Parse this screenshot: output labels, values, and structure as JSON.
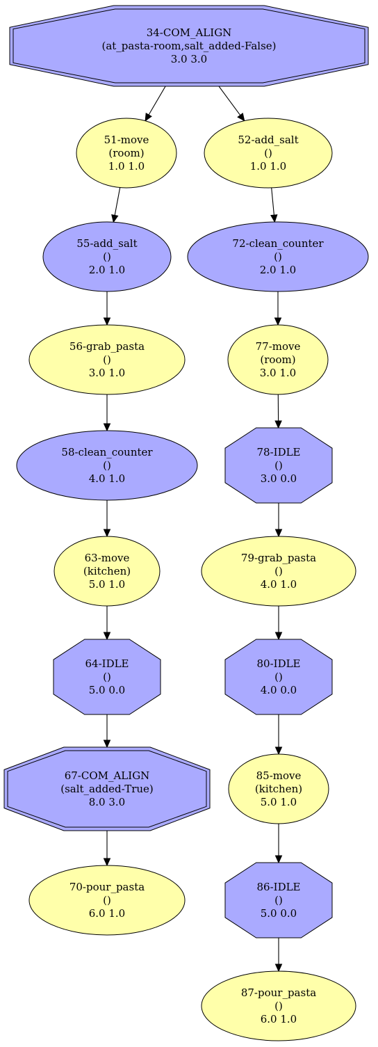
{
  "colors": {
    "yellow_node": "#ffffaa",
    "blue_node": "#aaaaff",
    "stroke": "#000000"
  },
  "nodes": [
    {
      "id": "n34",
      "shape": "double-octagon",
      "fill": "blue",
      "lines": [
        "34-COM_ALIGN",
        "(at_pasta-room,salt_added-False)",
        "3.0 3.0"
      ]
    },
    {
      "id": "n51",
      "shape": "ellipse",
      "fill": "yellow",
      "lines": [
        "51-move",
        "(room)",
        "1.0 1.0"
      ]
    },
    {
      "id": "n52",
      "shape": "ellipse",
      "fill": "yellow",
      "lines": [
        "52-add_salt",
        "()",
        "1.0 1.0"
      ]
    },
    {
      "id": "n55",
      "shape": "ellipse",
      "fill": "blue",
      "lines": [
        "55-add_salt",
        "()",
        "2.0 1.0"
      ]
    },
    {
      "id": "n72",
      "shape": "ellipse",
      "fill": "blue",
      "lines": [
        "72-clean_counter",
        "()",
        "2.0 1.0"
      ]
    },
    {
      "id": "n56",
      "shape": "ellipse",
      "fill": "yellow",
      "lines": [
        "56-grab_pasta",
        "()",
        "3.0 1.0"
      ]
    },
    {
      "id": "n77",
      "shape": "ellipse",
      "fill": "yellow",
      "lines": [
        "77-move",
        "(room)",
        "3.0 1.0"
      ]
    },
    {
      "id": "n58",
      "shape": "ellipse",
      "fill": "blue",
      "lines": [
        "58-clean_counter",
        "()",
        "4.0 1.0"
      ]
    },
    {
      "id": "n78",
      "shape": "octagon",
      "fill": "blue",
      "lines": [
        "78-IDLE",
        "()",
        "3.0 0.0"
      ]
    },
    {
      "id": "n63",
      "shape": "ellipse",
      "fill": "yellow",
      "lines": [
        "63-move",
        "(kitchen)",
        "5.0 1.0"
      ]
    },
    {
      "id": "n79",
      "shape": "ellipse",
      "fill": "yellow",
      "lines": [
        "79-grab_pasta",
        "()",
        "4.0 1.0"
      ]
    },
    {
      "id": "n64",
      "shape": "octagon",
      "fill": "blue",
      "lines": [
        "64-IDLE",
        "()",
        "5.0 0.0"
      ]
    },
    {
      "id": "n80",
      "shape": "octagon",
      "fill": "blue",
      "lines": [
        "80-IDLE",
        "()",
        "4.0 0.0"
      ]
    },
    {
      "id": "n67",
      "shape": "double-octagon",
      "fill": "blue",
      "lines": [
        "67-COM_ALIGN",
        "(salt_added-True)",
        "8.0 3.0"
      ]
    },
    {
      "id": "n85",
      "shape": "ellipse",
      "fill": "yellow",
      "lines": [
        "85-move",
        "(kitchen)",
        "5.0 1.0"
      ]
    },
    {
      "id": "n70",
      "shape": "ellipse",
      "fill": "yellow",
      "lines": [
        "70-pour_pasta",
        "()",
        "6.0 1.0"
      ]
    },
    {
      "id": "n86",
      "shape": "octagon",
      "fill": "blue",
      "lines": [
        "86-IDLE",
        "()",
        "5.0 0.0"
      ]
    },
    {
      "id": "n87",
      "shape": "ellipse",
      "fill": "yellow",
      "lines": [
        "87-pour_pasta",
        "()",
        "6.0 1.0"
      ]
    }
  ],
  "edges": [
    {
      "from": "n34",
      "to": "n51"
    },
    {
      "from": "n34",
      "to": "n52"
    },
    {
      "from": "n51",
      "to": "n55"
    },
    {
      "from": "n52",
      "to": "n72"
    },
    {
      "from": "n55",
      "to": "n56"
    },
    {
      "from": "n72",
      "to": "n77"
    },
    {
      "from": "n56",
      "to": "n58"
    },
    {
      "from": "n77",
      "to": "n78"
    },
    {
      "from": "n58",
      "to": "n63"
    },
    {
      "from": "n78",
      "to": "n79"
    },
    {
      "from": "n63",
      "to": "n64"
    },
    {
      "from": "n79",
      "to": "n80"
    },
    {
      "from": "n64",
      "to": "n67"
    },
    {
      "from": "n80",
      "to": "n85"
    },
    {
      "from": "n67",
      "to": "n70"
    },
    {
      "from": "n85",
      "to": "n86"
    },
    {
      "from": "n86",
      "to": "n87"
    }
  ]
}
